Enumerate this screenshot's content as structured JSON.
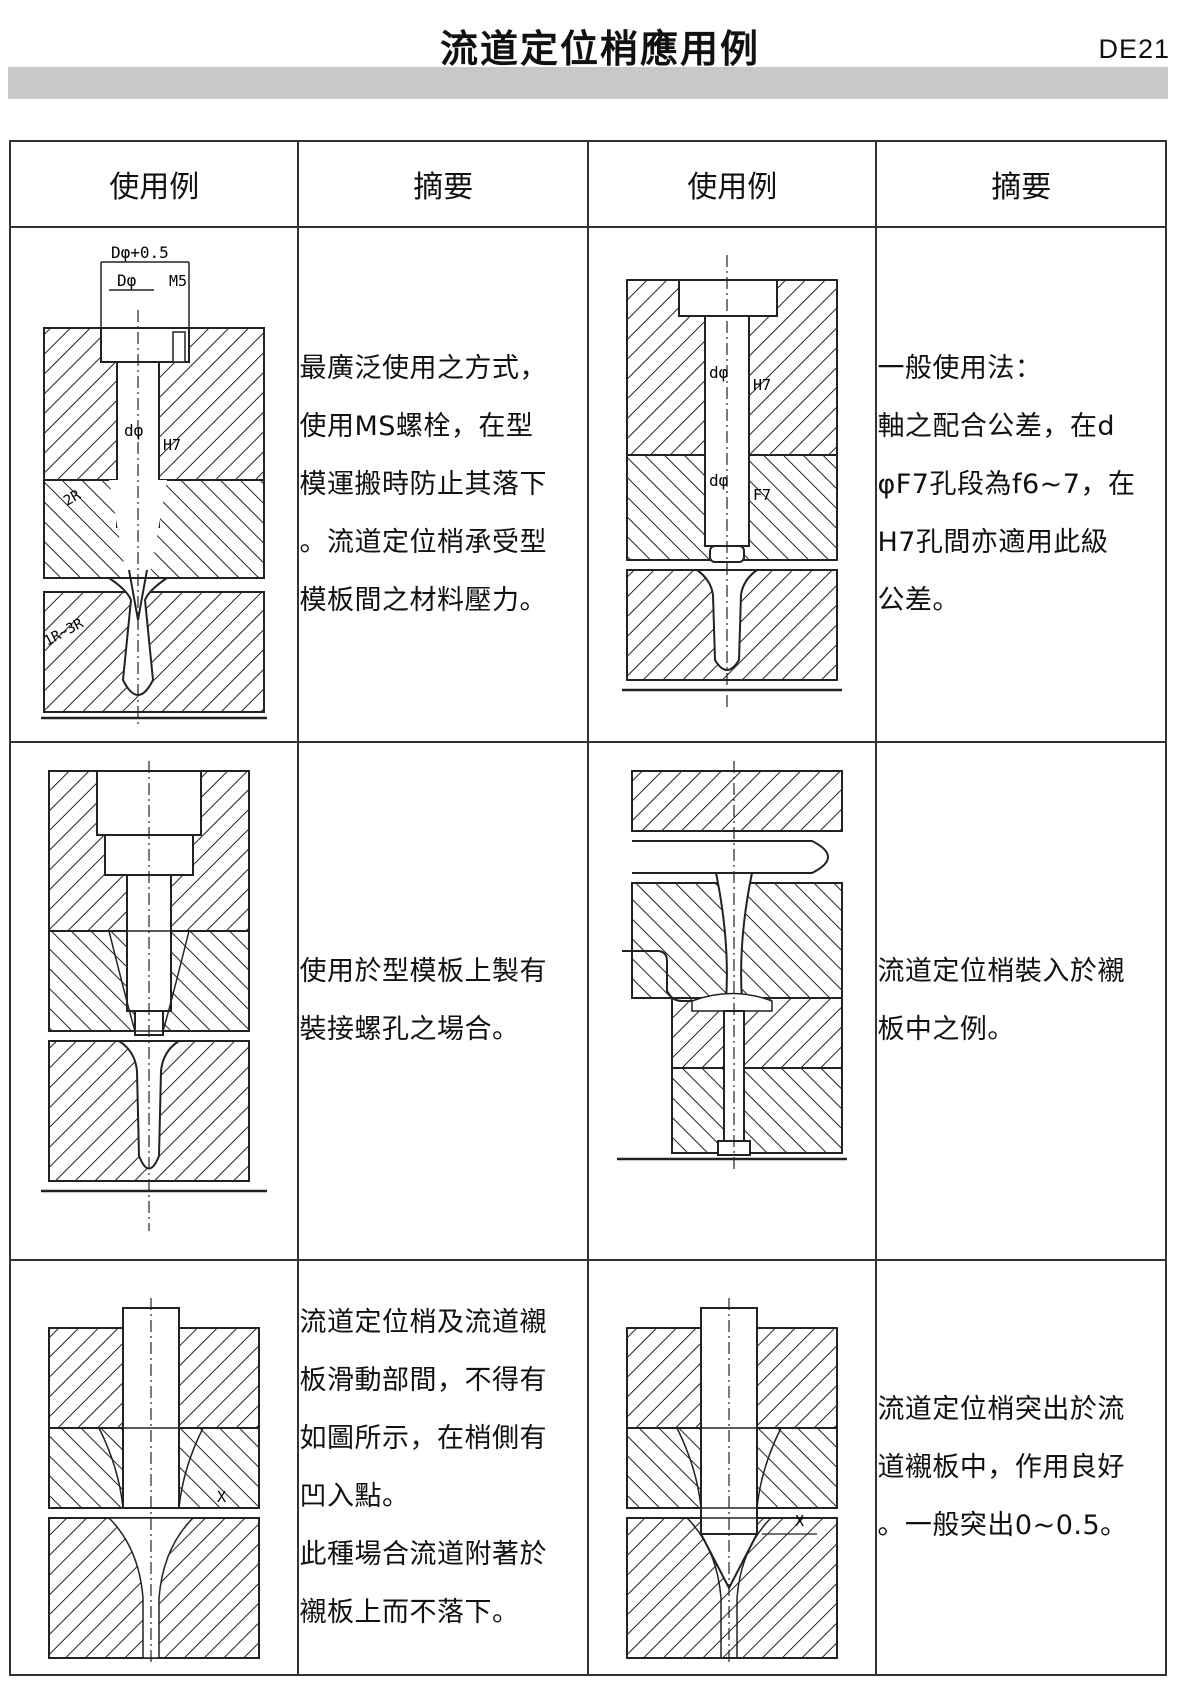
{
  "header": {
    "title": "流道定位梢應用例",
    "code": "DE21"
  },
  "table": {
    "headers": [
      "使用例",
      "摘要",
      "使用例",
      "摘要"
    ],
    "rows": [
      {
        "left_summary": [
          "最廣泛使用之方式，",
          "使用MS螺栓，在型",
          "模運搬時防止其落下",
          "。流道定位梢承受型",
          "模板間之材料壓力。"
        ],
        "right_summary": [
          "一般使用法：",
          "軸之配合公差，在d",
          "φF7孔段為f6~7，在",
          "H7孔間亦適用此級",
          "公差。"
        ]
      },
      {
        "left_summary": [
          "使用於型模板上製有",
          "裝接螺孔之場合。"
        ],
        "right_summary": [
          "流道定位梢裝入於襯",
          "板中之例。"
        ]
      },
      {
        "left_summary": [
          "流道定位梢及流道襯",
          "板滑動部間，不得有",
          "如圖所示，在梢側有",
          "凹入點。",
          "此種場合流道附著於",
          "襯板上而不落下。"
        ],
        "right_summary": [
          "流道定位梢突出於流",
          "道襯板中，作用良好",
          "。一般突出0~0.5。"
        ]
      }
    ]
  },
  "drawings": {
    "fig1": {
      "dim_top": "Dφ+0.5",
      "dim_head": "Dφ",
      "bolt": "M5",
      "dim_shaft": "dφ",
      "fit": "H7",
      "radius_1": "2R",
      "radius_2": "1R~3R"
    },
    "fig2": {
      "dim_upper": "dφ",
      "fit_upper": "H7",
      "dim_lower": "dφ",
      "fit_lower": "F7"
    },
    "fig5": {
      "gap_mark": "X"
    },
    "fig6": {
      "gap_mark": "X"
    }
  }
}
